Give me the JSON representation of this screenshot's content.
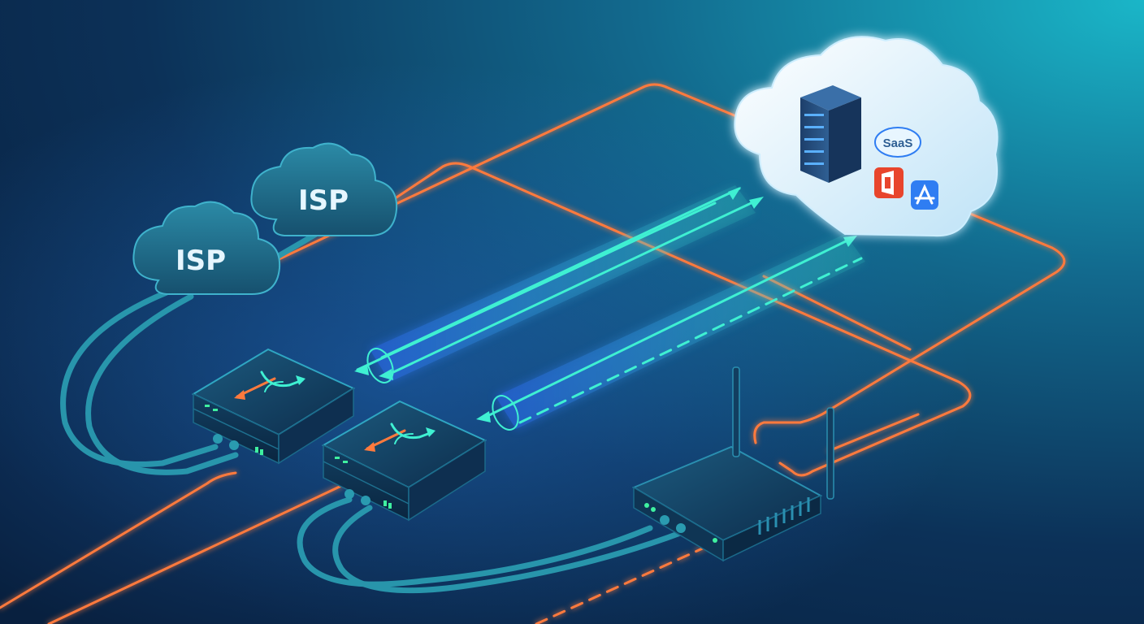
{
  "labels": {
    "isp_left": "ISP",
    "isp_right": "ISP",
    "saas_badge": "SaaS"
  },
  "icons": {
    "server_rack": "server-rack-icon",
    "office_app": "office-app-icon",
    "app_store": "app-store-icon",
    "sdwan_edge_1": "sd-wan-edge-icon",
    "sdwan_edge_2": "sd-wan-edge-icon",
    "wifi_router": "wifi-router-icon"
  },
  "colors": {
    "background_dark": "#0a1f3d",
    "background_teal": "#1ab6c8",
    "orange_link": "#ff7a3d",
    "tunnel_blue": "#2f8fff",
    "tunnel_teal": "#3ff0d2",
    "cloud_white": "#e8f6ff",
    "isp_cloud": "#1e6a86",
    "device_body": "#0f3b5c",
    "cable_teal": "#2a9bb0",
    "office_red": "#e8452c",
    "appstore_blue": "#2f7df2"
  }
}
